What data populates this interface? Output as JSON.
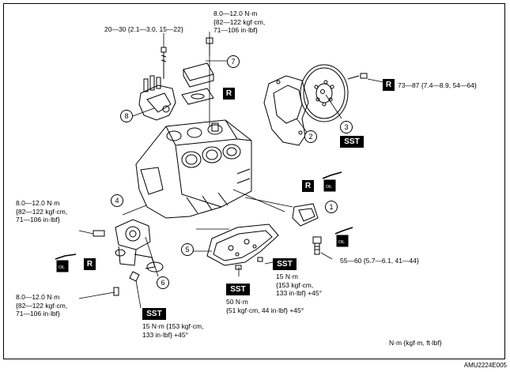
{
  "torques": {
    "stud_top": [
      "20—30 {2.1—3.0, 15—22}"
    ],
    "bolt_top": [
      "8.0—12.0 N·m",
      "{82—122 kgf·cm,",
      "71—106 in·lbf}"
    ],
    "flywheel": [
      "73—87 {7.4—8.9, 54—64}"
    ],
    "pump_left": [
      "8.0—12.0 N·m",
      "{82—122 kgf·cm,",
      "71—106 in·lbf}"
    ],
    "pan_right": [
      "15 N·m",
      "{153 kgf·cm,",
      "133 in·lbf} +45°"
    ],
    "pan_center": [
      "50 N·m",
      "{51 kgf·cm, 44 in·lbf} +45°"
    ],
    "pressure_switch": [
      "55—60 {5.7—6.1, 41—44}"
    ],
    "strainer_bottom": [
      "8.0—12.0 N·m",
      "{82—122 kgf·cm,",
      "71—106 in·lbf}"
    ],
    "sst_bottom": [
      "15 N·m {153 kgf·cm,",
      "133 in·lbf} +45°"
    ]
  },
  "badges": {
    "r": "R",
    "sst": "SST",
    "oil": "OIL"
  },
  "callouts": [
    "1",
    "2",
    "3",
    "4",
    "5",
    "6",
    "7",
    "8"
  ],
  "units": "N·m {kgf·m, ft·lbf}",
  "figure_id": "AMU2224E005",
  "colors": {
    "line": "#000000",
    "background": "#ffffff",
    "badge": "#000000"
  }
}
